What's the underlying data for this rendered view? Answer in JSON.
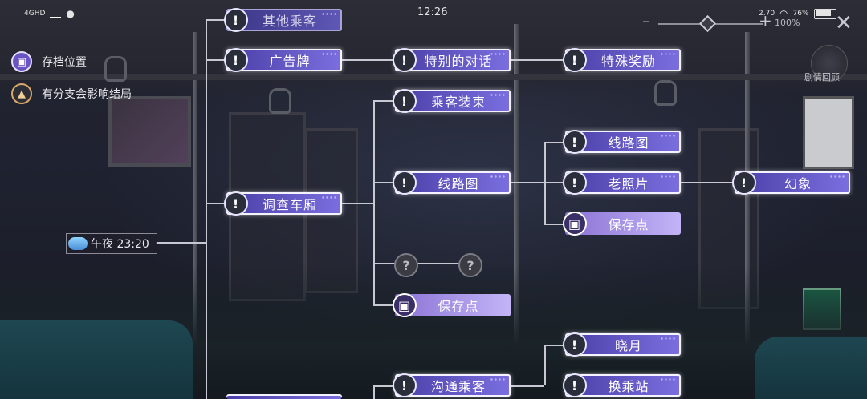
{
  "status": {
    "network": "4GHD",
    "time": "12:26",
    "speed": "2.70",
    "battery": "76%"
  },
  "zoom": {
    "minus": "–",
    "plus": "+",
    "value": "100%",
    "level": 0.42
  },
  "close": "✕",
  "recap_label": "剧情回顾",
  "legend": [
    {
      "icon": "save-slot-icon",
      "label": "存档位置"
    },
    {
      "icon": "branch-icon",
      "label": "有分支会影响结局"
    }
  ],
  "start": {
    "label": "午夜 23:20",
    "icon": "cloud-moon-icon"
  },
  "nodes": {
    "other_passenger": "其他乘客",
    "billboard": "广告牌",
    "special_talk": "特别的对话",
    "special_reward": "特殊奖励",
    "passenger_outfit": "乘客装束",
    "investigate_car": "调查车厢",
    "route_map_1": "线路图",
    "route_map_2": "线路图",
    "old_photo": "老照片",
    "illusion": "幻象",
    "save_point_1": "保存点",
    "save_point_2": "保存点",
    "dawn_moon": "晓月",
    "talk_passenger": "沟通乘客",
    "transfer_station": "换乘站"
  },
  "marks": {
    "exclaim": "!",
    "unknown": "?"
  },
  "colors": {
    "node_start": "#4a3fa6",
    "node_end": "#7b6fe0",
    "save_node": "#c3b4f7",
    "line": "#c8c8d2"
  }
}
